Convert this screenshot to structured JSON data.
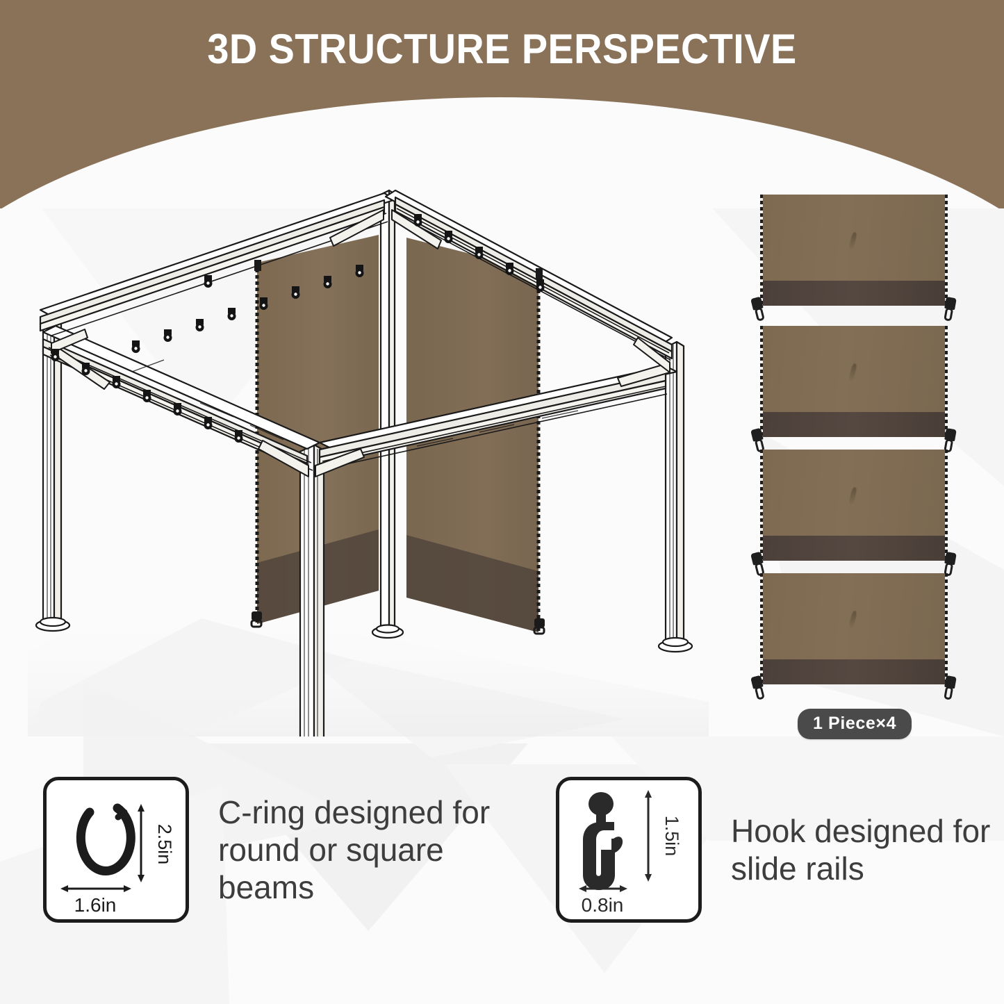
{
  "header": {
    "title": "3D STRUCTURE PERSPECTIVE",
    "background_color": "#8a7259",
    "title_color": "#ffffff"
  },
  "illustration": {
    "name": "gazebo-3d-line-drawing",
    "description": "3D line-art perspective of a four-post gazebo frame with slide rails, hanging hooks and two tan privacy curtain panels installed on adjacent sides",
    "panel_color": "#7e6a51",
    "panel_band_color": "#4c403a",
    "line_color": "#1a1a1a",
    "hook_count_front_rail": 9,
    "post_count": 4
  },
  "panel_stack": {
    "name": "curtain-panel-stack",
    "panel_count": 4,
    "fabric_color": "#7e6a51",
    "bottom_band_color": "#4c403a",
    "zipper_color": "#1d1d1d",
    "badge_label": "1 Piece×4",
    "badge_background": "#4a4a4a",
    "badge_text_color": "#ffffff"
  },
  "features": [
    {
      "id": "cring",
      "icon_name": "c-ring-icon",
      "text": "C-ring designed for round or square beams",
      "height_label": "2.5in",
      "width_label": "1.6in",
      "icon_color": "#1c1c1c"
    },
    {
      "id": "hook",
      "icon_name": "hook-icon",
      "text": "Hook designed for slide rails",
      "height_label": "1.5in",
      "width_label": "0.8in",
      "icon_color": "#2a2a2a"
    }
  ],
  "colors": {
    "page_background": "#fbfbfb",
    "text_primary": "#3d3d3d",
    "accent_brown": "#8a7259"
  }
}
